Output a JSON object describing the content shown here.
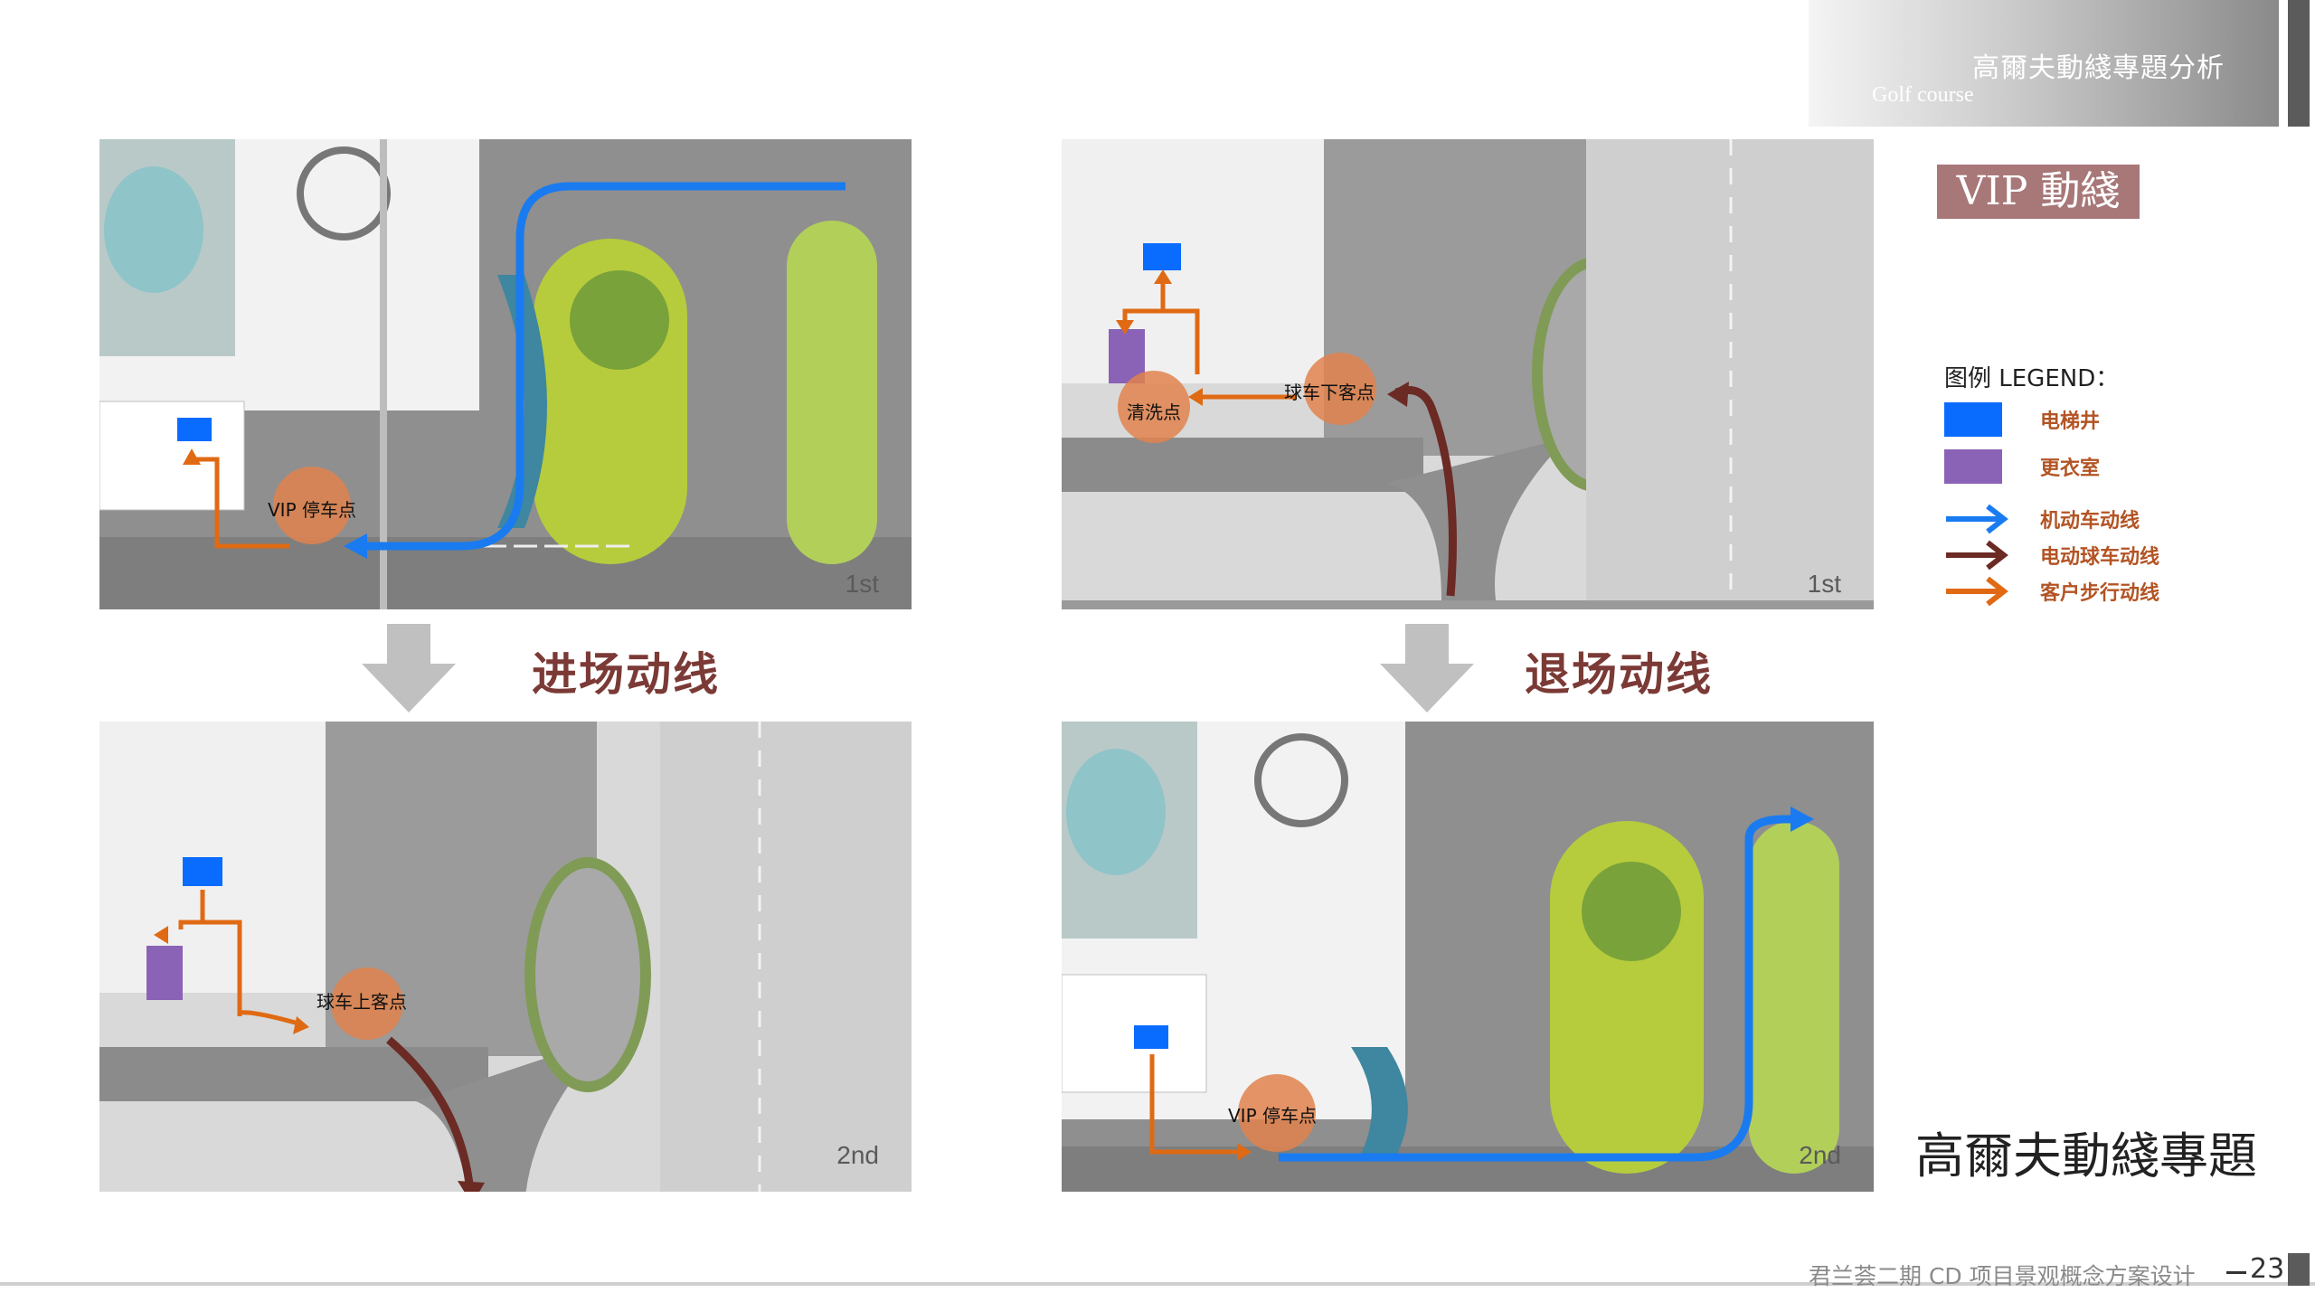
{
  "header": {
    "title": "高爾夫動綫專題分析",
    "subtitle": "Golf course"
  },
  "maps": {
    "entry_1f": {
      "floor": "1st",
      "label": "VIP 停车点"
    },
    "exit_1f": {
      "floor": "1st",
      "label_a": "清洗点",
      "label_b": "球车下客点"
    },
    "entry_2f": {
      "floor": "2nd",
      "label": "球车上客点"
    },
    "exit_2f": {
      "floor": "2nd",
      "label": "VIP 停车点"
    }
  },
  "sections": {
    "entry": "进场动线",
    "exit": "退场动线"
  },
  "vip_tag": "VIP 動綫",
  "legend": {
    "title": "图例 LEGEND：",
    "items": [
      {
        "label": "电梯井",
        "color": "#0a6cff",
        "kind": "box"
      },
      {
        "label": "更衣室",
        "color": "#8a62b6",
        "kind": "box"
      },
      {
        "label": "机动车动线",
        "color": "#1a7bf0",
        "kind": "arrow"
      },
      {
        "label": "电动球车动线",
        "color": "#6b2a24",
        "kind": "arrow"
      },
      {
        "label": "客户步行动线",
        "color": "#e06a14",
        "kind": "arrow"
      }
    ]
  },
  "big_title": "高爾夫動綫專題",
  "footer": {
    "text": "君兰荟二期 CD 项目景观概念方案设计",
    "page": "23"
  }
}
